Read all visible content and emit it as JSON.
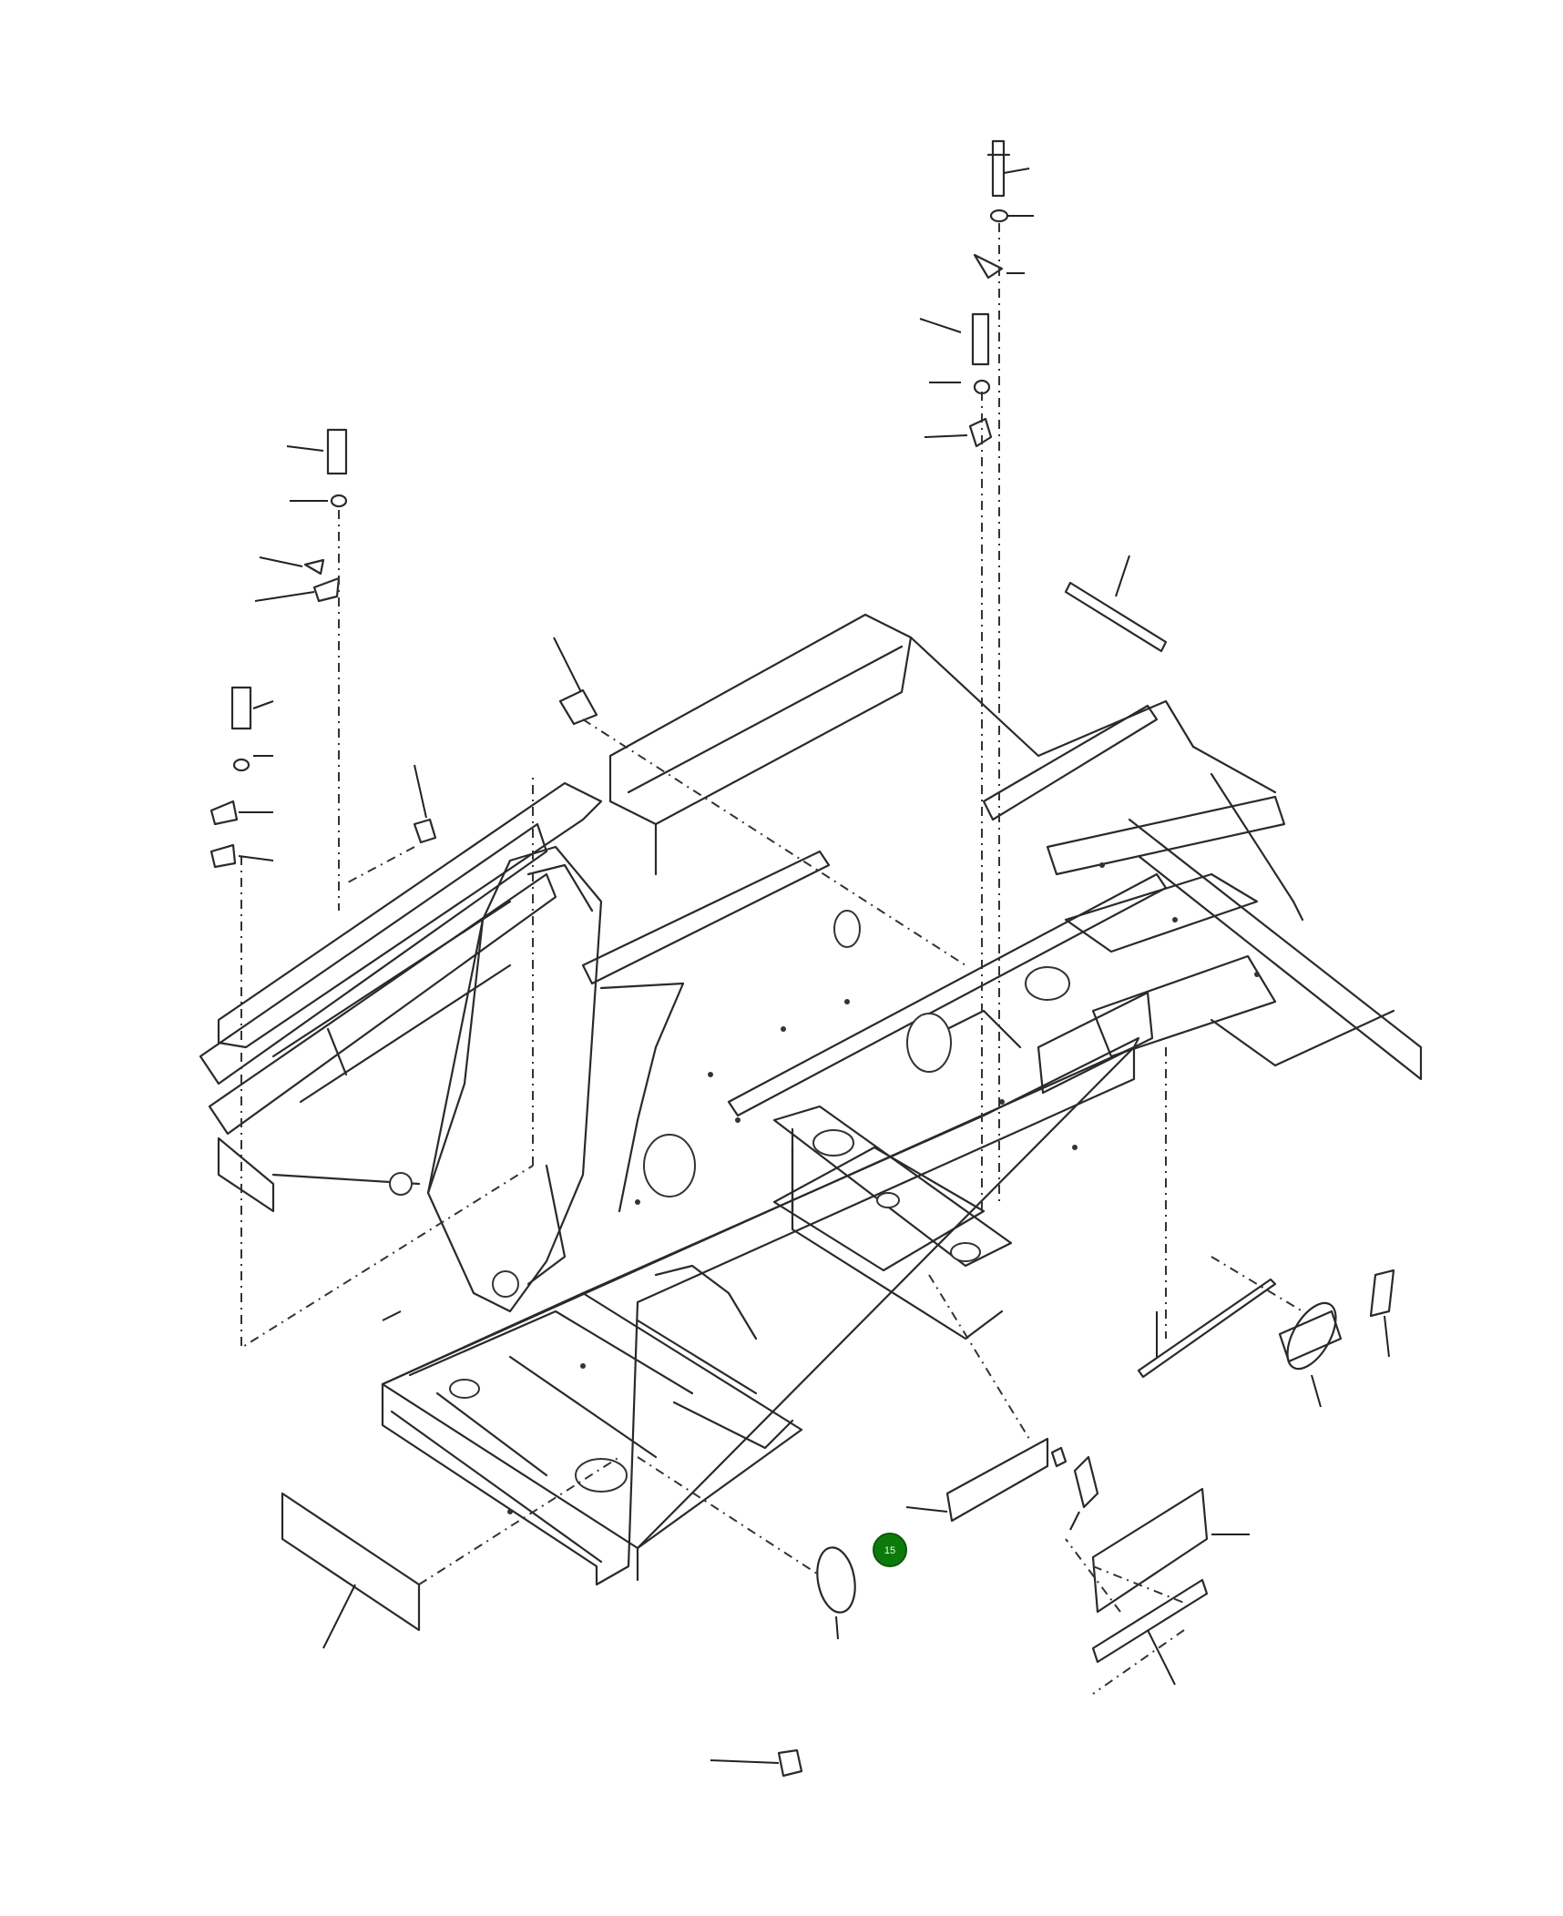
{
  "diagram": {
    "kind": "exploded parts view",
    "callouts": [
      {
        "id": "callout-15",
        "label": "15",
        "color": "#0b7a0b",
        "text_color": "#e8ffe8"
      }
    ]
  }
}
